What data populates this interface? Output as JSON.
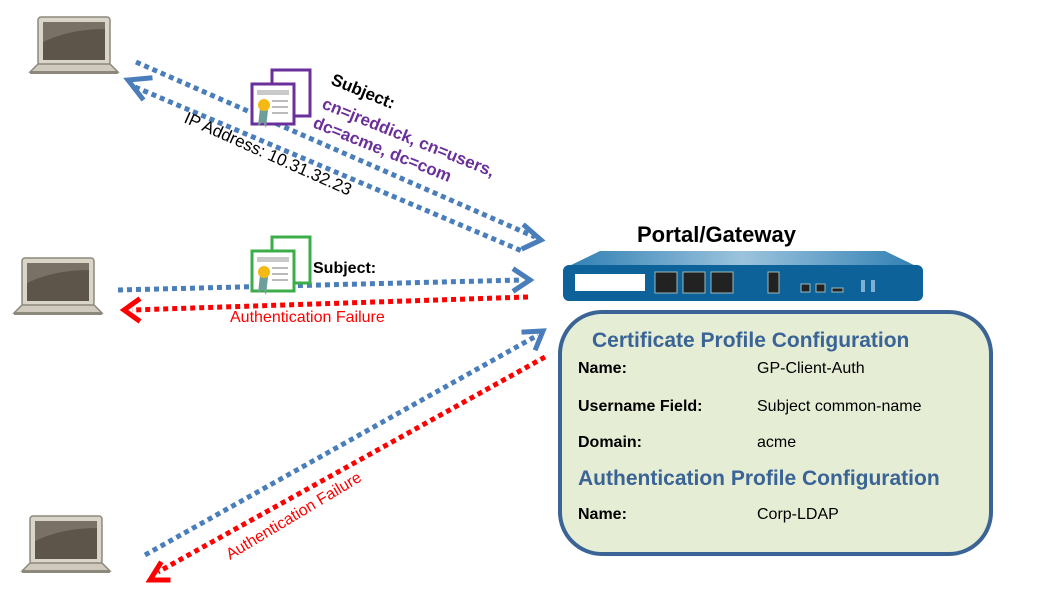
{
  "gateway": {
    "title": "Portal/Gateway"
  },
  "flows": {
    "top": {
      "subject_label": "Subject:",
      "subject_line1": "cn=jreddick, cn=users,",
      "subject_line2": "dc=acme, dc=com",
      "ip_label": "IP Address: 10.31.32.23",
      "certificate_color": "#6a2f9a"
    },
    "middle": {
      "subject_label": "Subject:",
      "failure_label": "Authentication Failure",
      "certificate_color": "#3cae49"
    },
    "bottom": {
      "failure_label": "Authentication Failure"
    }
  },
  "config": {
    "cert_profile_title": "Certificate Profile Configuration",
    "cert_rows": [
      {
        "label": "Name:",
        "value": "GP-Client-Auth"
      },
      {
        "label": "Username Field:",
        "value": "Subject common-name"
      },
      {
        "label": "Domain:",
        "value": "acme"
      }
    ],
    "auth_profile_title": "Authentication Profile Configuration",
    "auth_rows": [
      {
        "label": "Name:",
        "value": "Corp-LDAP"
      }
    ]
  },
  "colors": {
    "request": "#4a7ebb",
    "failure": "#ff0000",
    "box_fill": "#e6edd5",
    "box_border": "#3a6396",
    "device": "#0d6399"
  }
}
